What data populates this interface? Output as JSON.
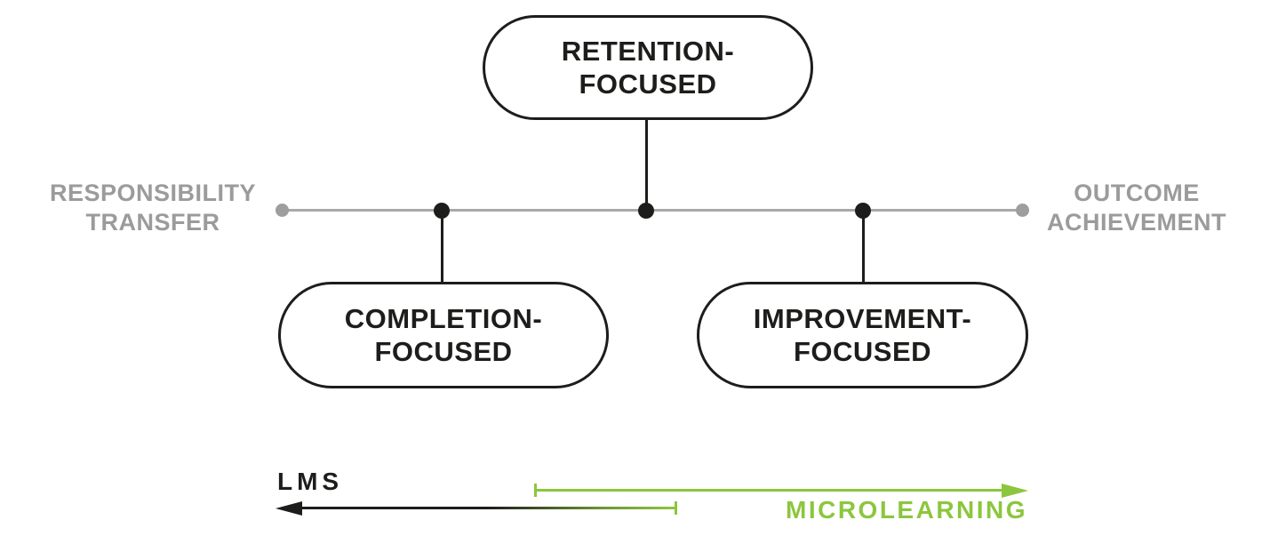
{
  "colors": {
    "black": "#1d1d1b",
    "gray_text": "#9b9b9b",
    "gray_line": "#a9a9a9",
    "green": "#8cc63e"
  },
  "axis": {
    "left_label": {
      "line1": "RESPONSIBILITY",
      "line2": "TRANSFER"
    },
    "right_label": {
      "line1": "OUTCOME",
      "line2": "ACHIEVEMENT"
    }
  },
  "nodes": {
    "retention": {
      "line1": "RETENTION-",
      "line2": "FOCUSED"
    },
    "completion": {
      "line1": "COMPLETION-",
      "line2": "FOCUSED"
    },
    "improvement": {
      "line1": "IMPROVEMENT-",
      "line2": "FOCUSED"
    }
  },
  "ranges": {
    "lms": {
      "label": "LMS",
      "direction": "left"
    },
    "microlearning": {
      "label": "MICROLEARNING",
      "direction": "right"
    }
  }
}
